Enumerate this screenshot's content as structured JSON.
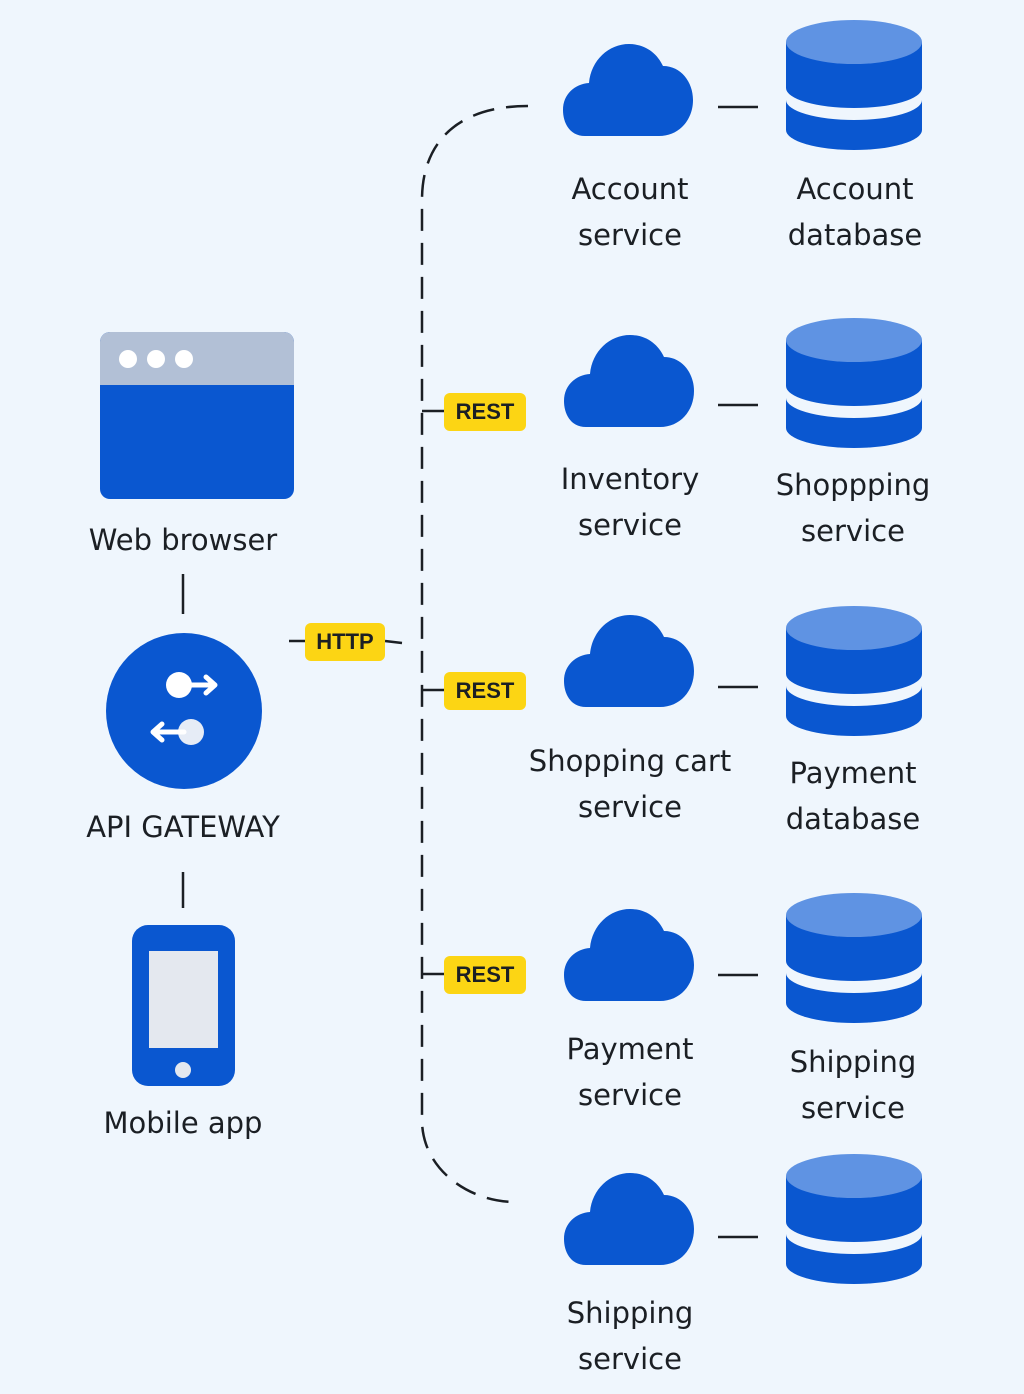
{
  "colors": {
    "background": "#eff6fd",
    "primary_blue": "#0a57d0",
    "light_blue_top": "#5f93e3",
    "badge_yellow": "#fcd514",
    "browser_bar": "#b2c0d6",
    "text": "#1b1f24"
  },
  "clients": {
    "web_browser": {
      "label": "Web browser",
      "icon": "browser-window-icon"
    },
    "api_gateway": {
      "label": "API GATEWAY",
      "icon": "exchange-arrows-icon"
    },
    "mobile_app": {
      "label": "Mobile app",
      "icon": "smartphone-icon"
    }
  },
  "badges": {
    "http": "HTTP",
    "rest": [
      "REST",
      "REST",
      "REST"
    ]
  },
  "services": [
    {
      "line1": "Account",
      "line2": "service",
      "icon": "cloud-icon"
    },
    {
      "line1": "Inventory",
      "line2": "service",
      "icon": "cloud-icon"
    },
    {
      "line1": "Shopping cart",
      "line2": "service",
      "icon": "cloud-icon"
    },
    {
      "line1": "Payment",
      "line2": "service",
      "icon": "cloud-icon"
    },
    {
      "line1": "Shipping",
      "line2": "service",
      "icon": "cloud-icon"
    }
  ],
  "databases": [
    {
      "line1": "Account",
      "line2": "database",
      "icon": "database-icon"
    },
    {
      "line1": "Shoppping",
      "line2": "service",
      "icon": "database-icon"
    },
    {
      "line1": "Payment",
      "line2": "database",
      "icon": "database-icon"
    },
    {
      "line1": "Shipping",
      "line2": "service",
      "icon": "database-icon"
    },
    {
      "line1": "",
      "line2": "",
      "icon": "database-icon"
    }
  ]
}
